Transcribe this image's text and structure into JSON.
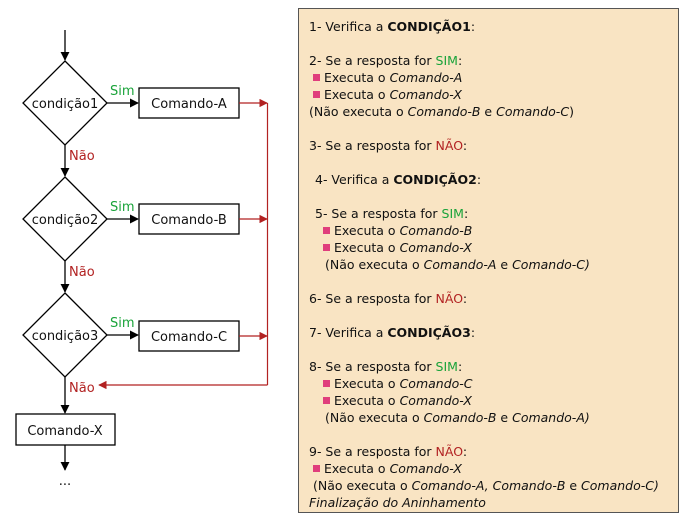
{
  "colors": {
    "yes": "#1aa33a",
    "no": "#b22222",
    "bullet": "#e03e7c",
    "panel_bg": "#f9e4c3"
  },
  "flowchart": {
    "conditions": [
      "condição1",
      "condição2",
      "condição3"
    ],
    "commands": [
      "Comando-A",
      "Comando-B",
      "Comando-C"
    ],
    "yes_label": "Sim",
    "no_label": "Não",
    "final_command": "Comando-X",
    "ellipsis": "..."
  },
  "panel": {
    "l1": {
      "a": "1- Verifica a ",
      "b": "CONDIÇÃO1",
      "c": ":"
    },
    "l2": {
      "a": "2- Se a resposta for ",
      "b": "SIM",
      "c": ":"
    },
    "l3": {
      "a": "Executa o ",
      "b": "Comando-A"
    },
    "l4": {
      "a": "Executa o ",
      "b": "Comando-X"
    },
    "l5": {
      "a": "(Não executa o ",
      "b": "Comando-B",
      "c": " e ",
      "d": "Comando-C",
      "e": ")"
    },
    "l6": {
      "a": "3- Se a resposta for ",
      "b": "NÃO",
      "c": ":"
    },
    "l7": {
      "a": "4- Verifica a ",
      "b": "CONDIÇÃO2",
      "c": ":"
    },
    "l8": {
      "a": "5- Se a resposta for ",
      "b": "SIM",
      "c": ":"
    },
    "l9": {
      "a": "Executa o ",
      "b": "Comando-B"
    },
    "l10": {
      "a": "Executa o ",
      "b": "Comando-X"
    },
    "l11": {
      "a": "(Não executa o ",
      "b": "Comando-A",
      "c": " e ",
      "d": "Comando-C)"
    },
    "l12": {
      "a": "6- Se a resposta for ",
      "b": "NÃO",
      "c": ":"
    },
    "l13": {
      "a": "7- Verifica a ",
      "b": "CONDIÇÃO3",
      "c": ":"
    },
    "l14": {
      "a": "8- Se a resposta for ",
      "b": "SIM",
      "c": ":"
    },
    "l15": {
      "a": "Executa o ",
      "b": "Comando-C"
    },
    "l16": {
      "a": "Executa o ",
      "b": "Comando-X"
    },
    "l17": {
      "a": "(Não executa o ",
      "b": "Comando-B",
      "c": " e ",
      "d": "Comando-A)"
    },
    "l18": {
      "a": "9- Se a resposta for ",
      "b": "NÃO",
      "c": ":"
    },
    "l19": {
      "a": "Executa o ",
      "b": "Comando-X"
    },
    "l20": {
      "a": "(Não executa o ",
      "b": "Comando-A, Comando-B",
      "c": " e ",
      "d": "Comando-C)"
    },
    "l21": "Finalização do Aninhamento"
  }
}
